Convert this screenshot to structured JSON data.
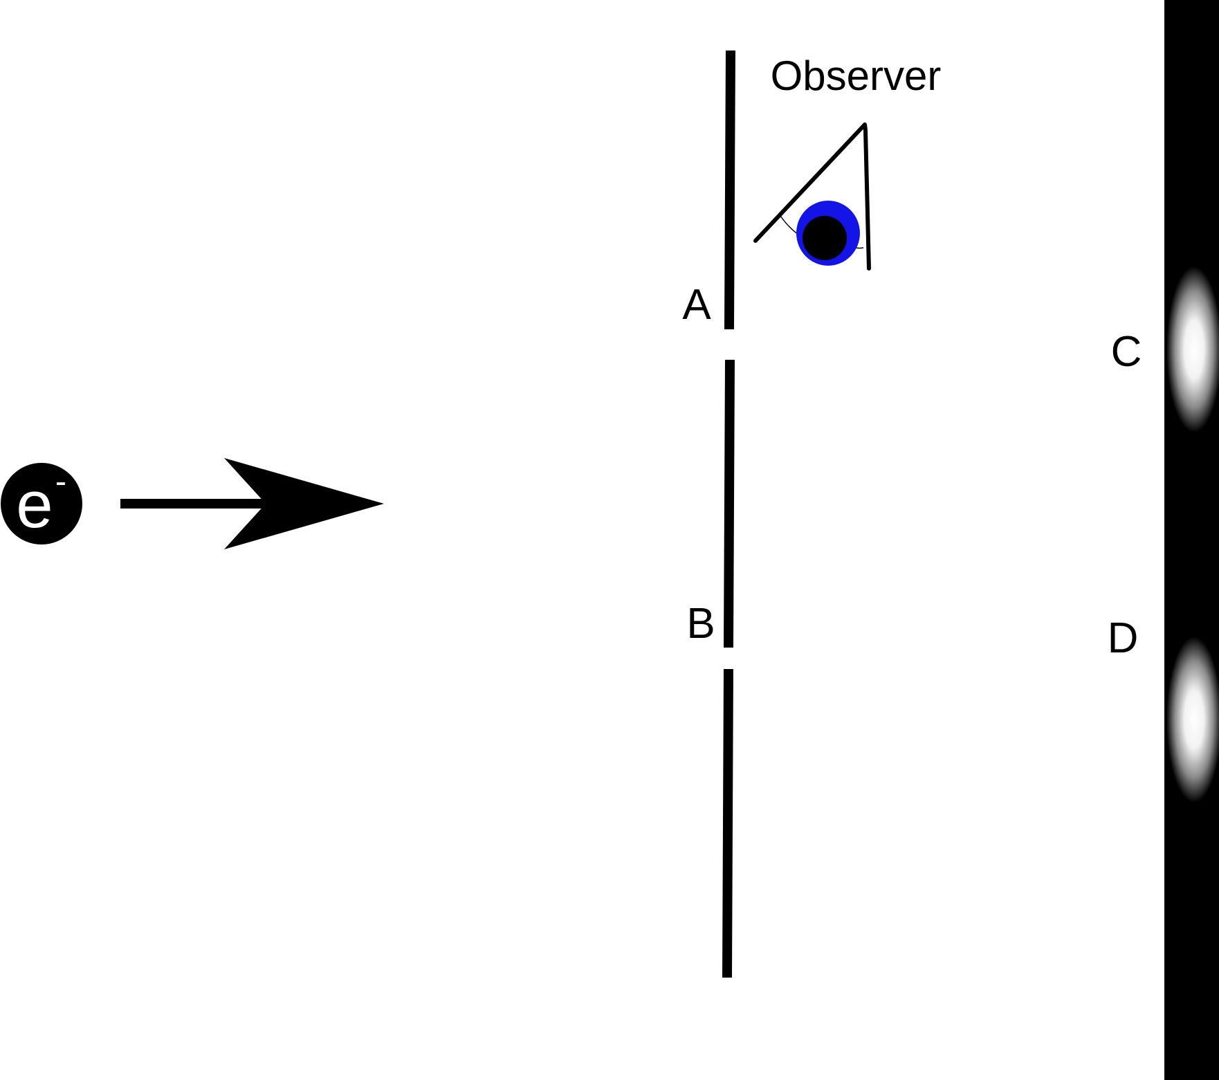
{
  "labels": {
    "observer": "Observer",
    "slit_a": "A",
    "slit_b": "B",
    "spot_c": "C",
    "spot_d": "D"
  },
  "electron": {
    "symbol": "e",
    "charge": "-"
  },
  "colors": {
    "ink": "#000000",
    "background": "#ffffff",
    "eye_iris": "#1414e6",
    "eye_pupil": "#000000",
    "screen": "#000000",
    "spot": "#ffffff"
  },
  "icons": {
    "eye": "eye-icon",
    "arrow": "arrow-right-icon",
    "electron": "electron-icon"
  }
}
